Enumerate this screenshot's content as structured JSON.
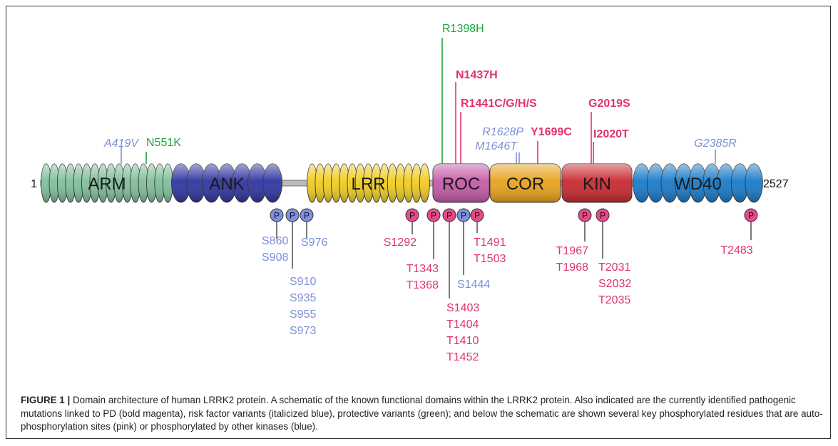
{
  "protein": {
    "start": "1",
    "end": "2527"
  },
  "colors": {
    "pathogenic": "#e0336e",
    "risk": "#7c8fd6",
    "protective": "#1aa33a",
    "phospho_pink": "#e8498a",
    "phospho_blue": "#7f90e2",
    "site_pink": "#e0336e",
    "site_blue": "#7c8fd6"
  },
  "domains": [
    {
      "name": "ARM",
      "style": "coil",
      "color": "#7fbf9a"
    },
    {
      "name": "ANK",
      "style": "coil",
      "color": "#2f35a0"
    },
    {
      "name": "LRR",
      "style": "coil",
      "color": "#f0cc22"
    },
    {
      "name": "ROC",
      "style": "box",
      "color": "#c55aa8"
    },
    {
      "name": "COR",
      "style": "box",
      "color": "#e8a21c"
    },
    {
      "name": "KIN",
      "style": "box",
      "color": "#c82a30"
    },
    {
      "name": "WD40",
      "style": "coil",
      "color": "#1a7ac8"
    }
  ],
  "mutations": [
    {
      "label": "A419V",
      "kind": "risk"
    },
    {
      "label": "N551K",
      "kind": "protective"
    },
    {
      "label": "R1398H",
      "kind": "protective"
    },
    {
      "label": "N1437H",
      "kind": "pathogenic"
    },
    {
      "label": "R1441C/G/H/S",
      "kind": "pathogenic"
    },
    {
      "label": "R1628P",
      "kind": "risk"
    },
    {
      "label": "M1646T",
      "kind": "risk"
    },
    {
      "label": "Y1699C",
      "kind": "pathogenic"
    },
    {
      "label": "G2019S",
      "kind": "pathogenic"
    },
    {
      "label": "I2020T",
      "kind": "pathogenic"
    },
    {
      "label": "G2385R",
      "kind": "risk"
    }
  ],
  "phospho_marker": "P",
  "phospho_groups": [
    {
      "color": "blue",
      "lines": [
        "S860",
        "S908"
      ]
    },
    {
      "color": "blue",
      "lines": [
        "S910",
        "S935",
        "S955",
        "S973"
      ]
    },
    {
      "color": "blue",
      "lines": [
        "S976"
      ]
    },
    {
      "color": "pink",
      "lines": [
        "S1292"
      ]
    },
    {
      "color": "pink",
      "lines": [
        "T1343",
        "T1368"
      ]
    },
    {
      "color": "pink",
      "lines": [
        "S1403",
        "T1404",
        "T1410",
        "T1452"
      ]
    },
    {
      "color": "blue",
      "lines": [
        "S1444"
      ]
    },
    {
      "color": "pink",
      "lines": [
        "T1491",
        "T1503"
      ]
    },
    {
      "color": "pink",
      "lines": [
        "T1967",
        "T1968"
      ]
    },
    {
      "color": "pink",
      "lines": [
        "T2031",
        "S2032",
        "T2035"
      ]
    },
    {
      "color": "pink",
      "lines": [
        "T2483"
      ]
    }
  ],
  "caption": {
    "label": "FIGURE 1 |",
    "text": " Domain architecture of human LRRK2 protein. A schematic of the known functional domains within the LRRK2 protein. Also indicated are the currently identified pathogenic mutations linked to PD (bold magenta), risk factor variants (italicized blue), protective variants (green); and below the schematic are shown several key phosphorylated residues that are auto-phosphorylation sites (pink) or phosphorylated by other kinases (blue)."
  }
}
